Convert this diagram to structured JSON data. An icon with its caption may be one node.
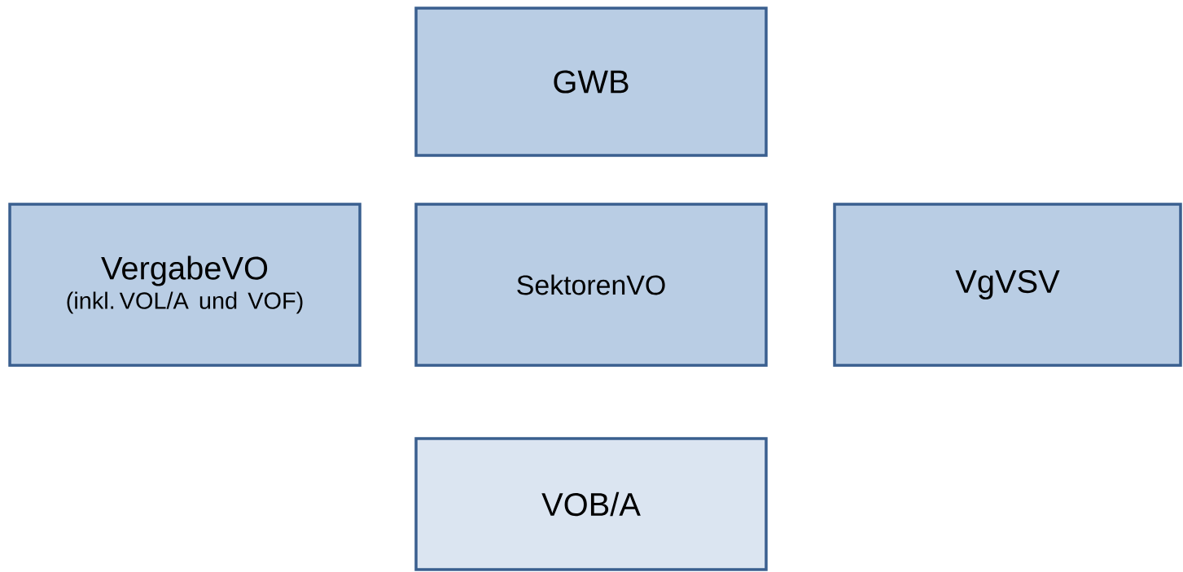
{
  "diagram": {
    "nodes": [
      {
        "text": [
          "GWB"
        ]
      },
      {
        "text": [
          "VergabeVO",
          "(inkl. VOL/A und VOF)"
        ]
      },
      {
        "text": [
          "SektorenVO"
        ]
      },
      {
        "text": [
          "VgVSV"
        ]
      },
      {
        "text": [
          "VOB/A"
        ]
      }
    ]
  }
}
